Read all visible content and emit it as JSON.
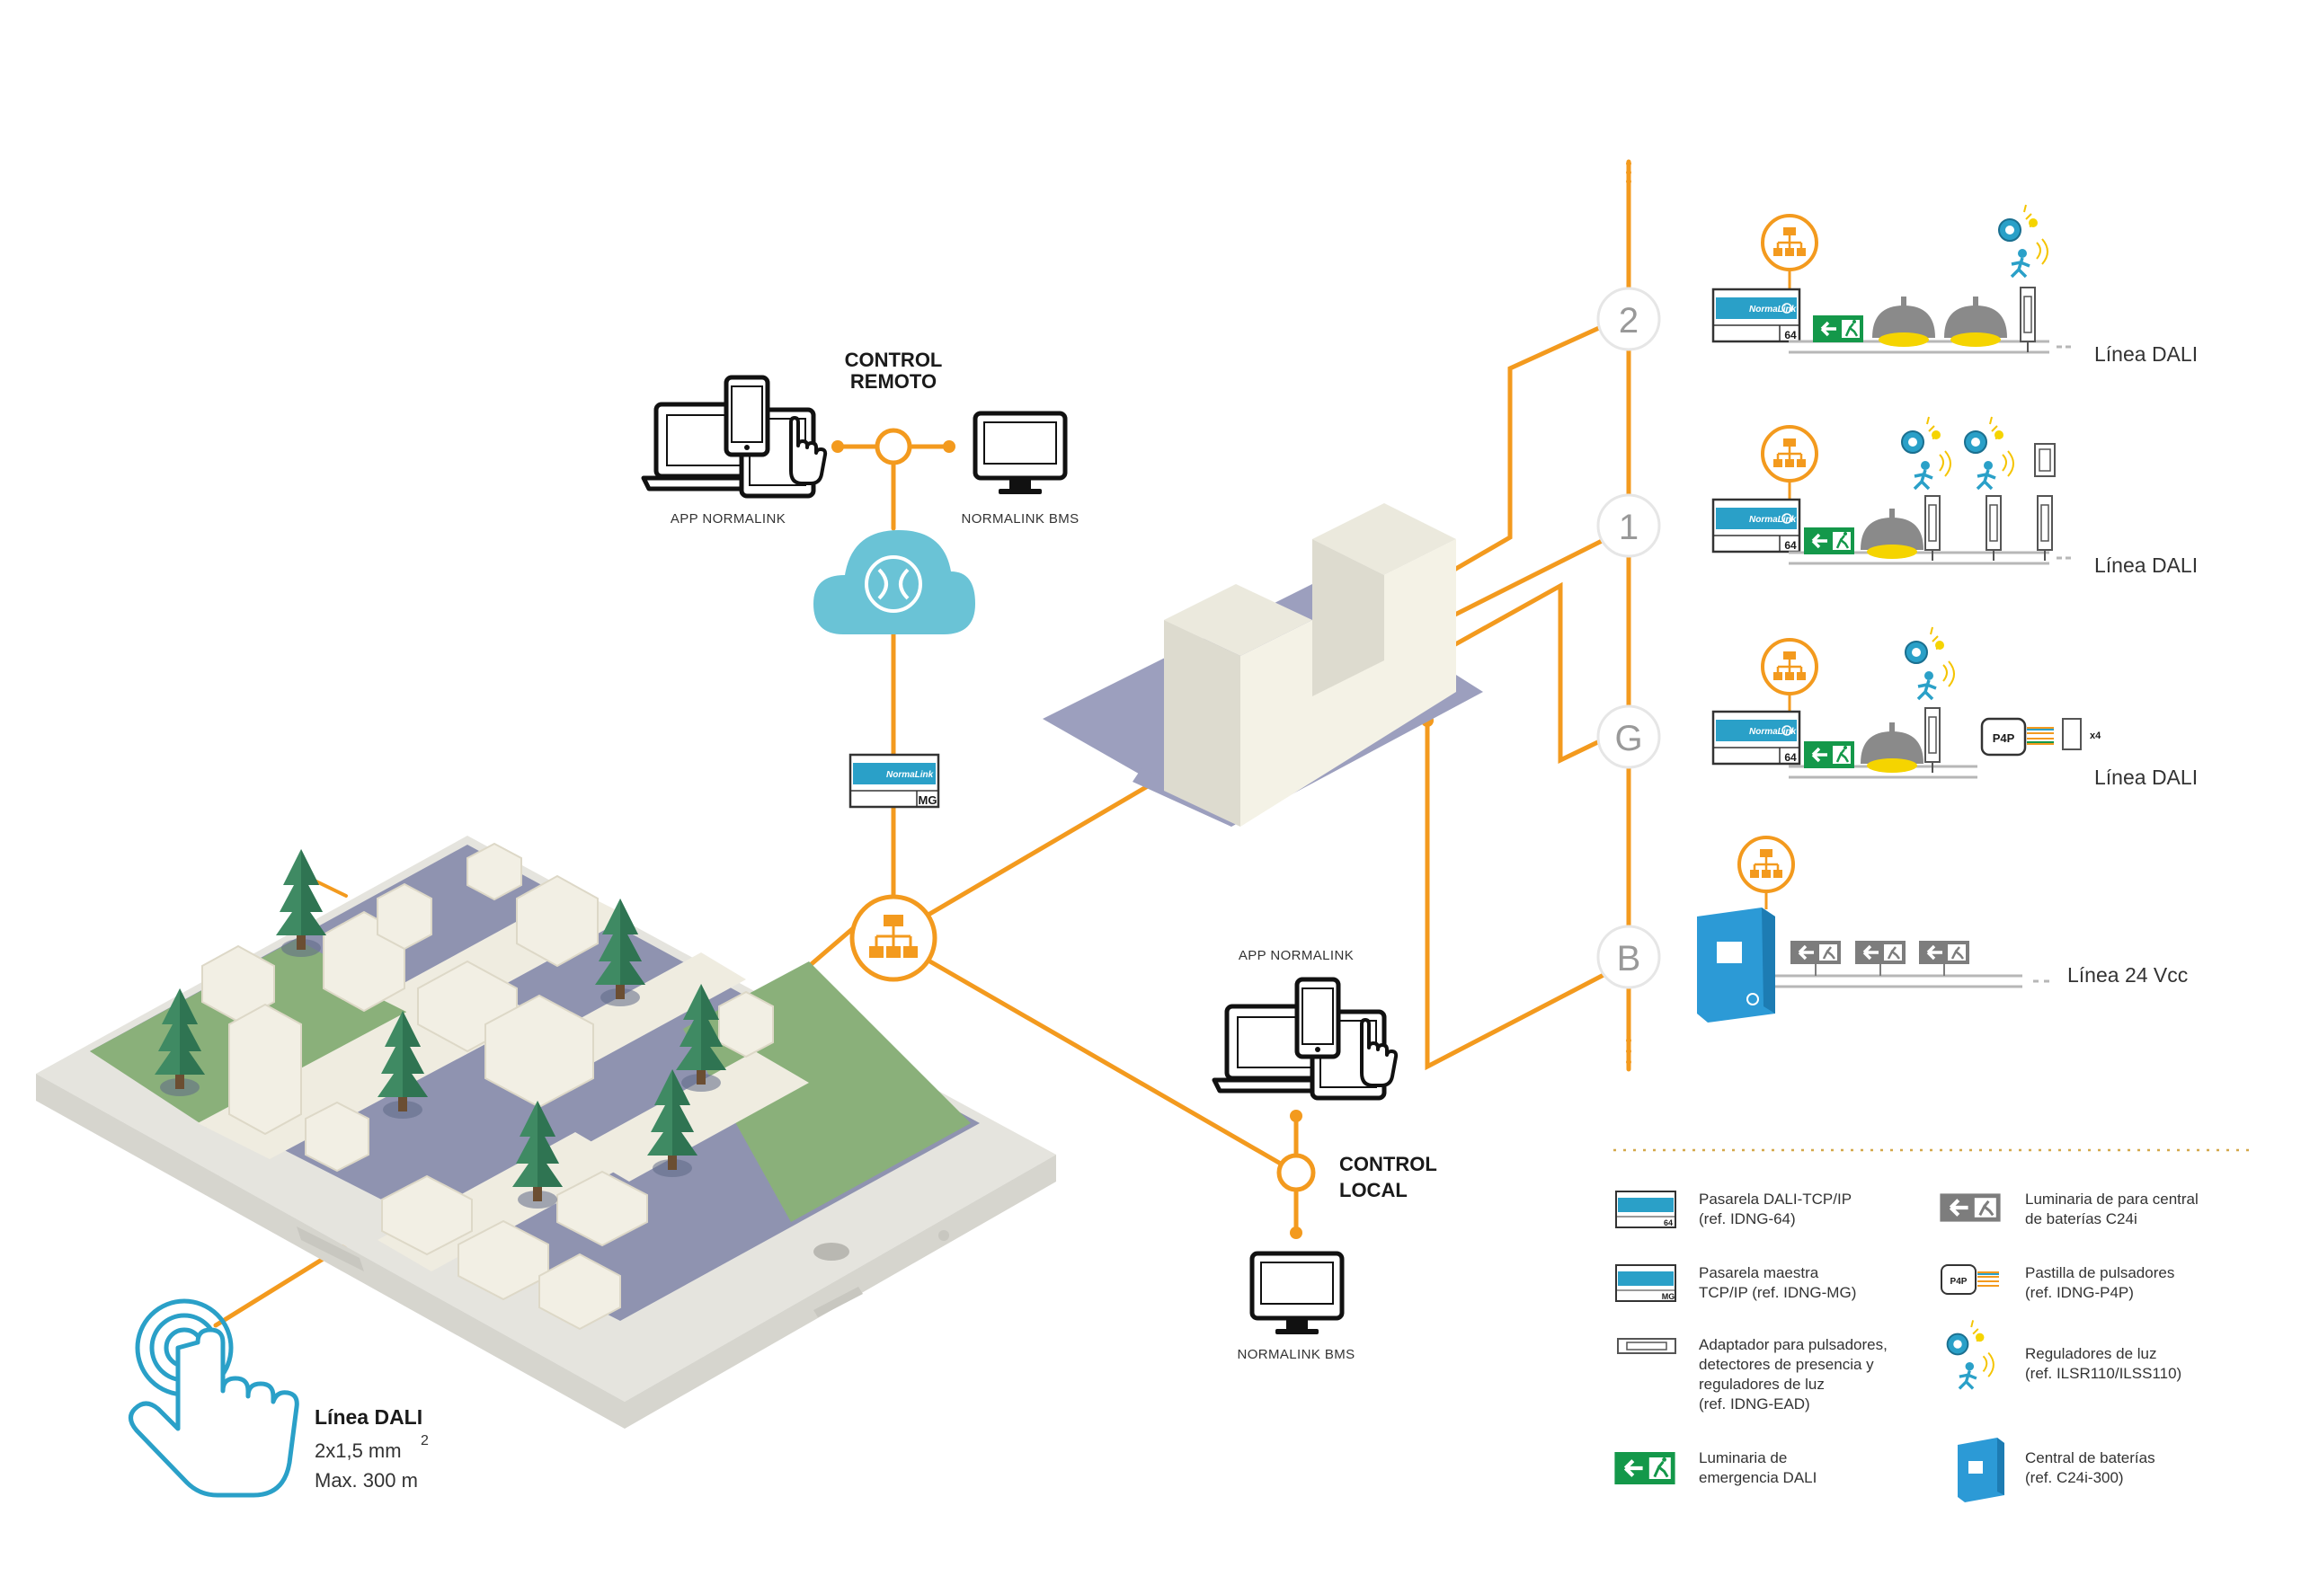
{
  "colors": {
    "accent": "#f39a1e",
    "cloud": "#6ac3d6",
    "teal": "#2aa0c8",
    "green_exit": "#14984a",
    "battery": "#2c9ad6",
    "grey_line": "#b7b7b7"
  },
  "remote": {
    "title_line1": "CONTROL",
    "title_line2": "REMOTO",
    "app_label": "APP NORMALINK",
    "bms_label": "NORMALINK BMS"
  },
  "gateway_badge": "MG",
  "local": {
    "title_line1": "CONTROL",
    "title_line2": "LOCAL",
    "app_label": "APP NORMALINK",
    "bms_label": "NORMALINK BMS"
  },
  "floors": [
    {
      "label": "2",
      "line_label": "Línea DALI",
      "badge": "64"
    },
    {
      "label": "1",
      "line_label": "Línea DALI",
      "badge": "64"
    },
    {
      "label": "G",
      "line_label": "Línea DALI",
      "badge": "64"
    },
    {
      "label": "B",
      "line_label": "Línea 24 Vcc"
    }
  ],
  "p4p_label": "P4P",
  "p4p_count": "x4",
  "dali_info": {
    "title": "Línea DALI",
    "spec": "2x1,5 mm",
    "spec_sup": "2",
    "max": "Max. 300 m"
  },
  "legend": [
    {
      "icon": "dali-tcp-gateway-icon",
      "line1": "Pasarela DALI-TCP/IP",
      "line2": "(ref. IDNG-64)"
    },
    {
      "icon": "master-gateway-icon",
      "line1": "Pasarela maestra",
      "line2": "TCP/IP (ref. IDNG-MG)"
    },
    {
      "icon": "adapter-icon",
      "line1": "Adaptador para pulsadores,",
      "line2": "detectores de presencia y",
      "line3": "reguladores de luz",
      "line4": "(ref. IDNG-EAD)"
    },
    {
      "icon": "exit-sign-icon",
      "line1": "Luminaria de",
      "line2": "emergencia DALI"
    },
    {
      "icon": "battery-exit-sign-icon",
      "line1": "Luminaria de para central",
      "line2": "de baterías C24i"
    },
    {
      "icon": "p4p-icon",
      "line1": "Pastilla de pulsadores",
      "line2": "(ref. IDNG-P4P)"
    },
    {
      "icon": "light-regulator-icon",
      "line1": "Reguladores de luz",
      "line2": "(ref. ILSR110/ILSS110)"
    },
    {
      "icon": "battery-central-icon",
      "line1": "Central de baterías",
      "line2": "(ref. C24i-300)"
    }
  ],
  "legend_badges": {
    "gateway": "64",
    "master": "MG",
    "p4p": "P4P"
  }
}
